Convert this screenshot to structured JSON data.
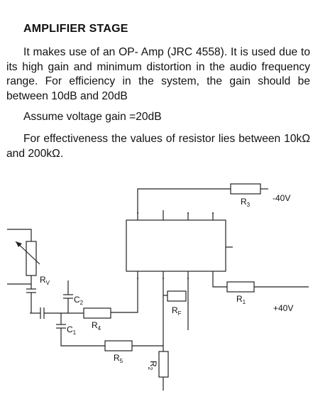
{
  "heading": "AMPLIFIER STAGE",
  "paragraphs": [
    "It makes use of an OP- Amp (JRC 4558). It is used due to its high gain and minimum distortion in the audio frequency range. For efficiency in the system, the gain should be between 10dB and 20dB",
    "Assume voltage gain =20dB",
    "For effectiveness the values of resistor lies between 10kΩ and 200kΩ."
  ],
  "circuit": {
    "labels": {
      "r3": "R3",
      "r3_base": "R",
      "r3_sub": "3",
      "r1_base": "R",
      "r1_sub": "1",
      "rf_base": "R",
      "rf_sub": "F",
      "r4_base": "R",
      "r4_sub": "4",
      "r5_base": "R",
      "r5_sub": "5",
      "r2_base": "R",
      "r2_sub": "2",
      "rv_base": "R",
      "rv_sub": "V",
      "c1_base": "C",
      "c1_sub": "1",
      "c2_base": "C",
      "c2_sub": "2"
    },
    "neg_supply": "-40V",
    "pos_supply": "+40V"
  }
}
